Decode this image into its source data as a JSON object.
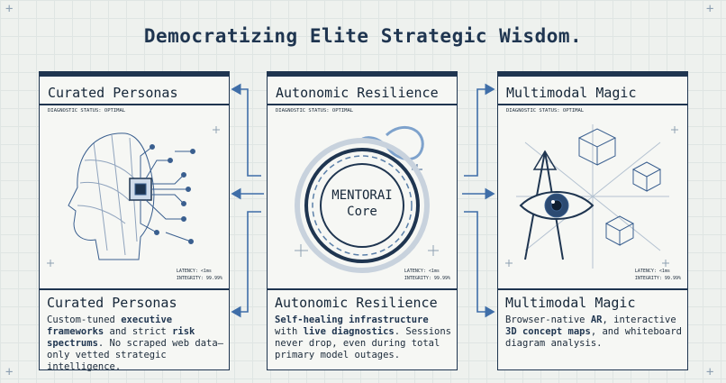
{
  "title": "Democratizing Elite Strategic Wisdom.",
  "panels": [
    {
      "header": "Curated Personas",
      "status": "DIAGNOSTIC STATUS: OPTIMAL",
      "latency": "LATENCY: <1ms",
      "integrity": "INTEGRITY: 99.99%",
      "subtitle": "Curated Personas",
      "desc_a": "Custom-tuned ",
      "desc_b": "executive frameworks",
      "desc_c": " and strict ",
      "desc_d": "risk spectrums",
      "desc_e": ". No scraped web data—only vetted strategic intelligence."
    },
    {
      "header": "Autonomic Resilience",
      "status": "DIAGNOSTIC STATUS: OPTIMAL",
      "latency": "LATENCY: <1ms",
      "integrity": "INTEGRITY: 99.99%",
      "subtitle": "Autonomic Resilience",
      "desc_a": "",
      "desc_b": "Self-healing infrastructure",
      "desc_c": " with ",
      "desc_d": "live diagnostics",
      "desc_e": ". Sessions never drop, even during total primary model outages."
    },
    {
      "header": "Multimodal Magic",
      "status": "DIAGNOSTIC STATUS: OPTIMAL",
      "latency": "LATENCY: <1ms",
      "integrity": "INTEGRITY: 99.99%",
      "subtitle": "Multimodal Magic",
      "desc_a": "Browser-native ",
      "desc_b": "AR",
      "desc_c": ", interactive ",
      "desc_d": "3D concept maps",
      "desc_e": ", and whiteboard diagram analysis."
    }
  ],
  "core": {
    "line1": "MENTORAI",
    "line2": "Core"
  },
  "colors": {
    "navy": "#1f3550",
    "accent": "#4a7bb7",
    "paper": "#f6f7f4"
  },
  "icons": [
    "head-circuit-icon",
    "gear-loop-icon",
    "eye-compass-icon"
  ]
}
